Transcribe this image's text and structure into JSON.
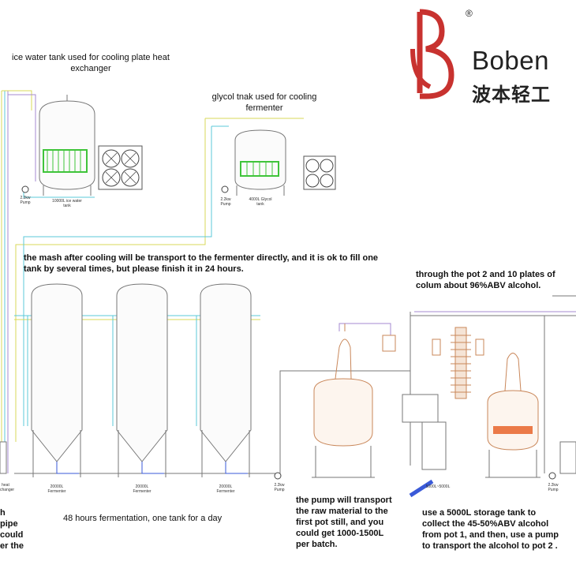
{
  "logo": {
    "name": "Boben",
    "chinese": "波本轻工",
    "registered": "®",
    "color": "#c8322f"
  },
  "labels": {
    "ice_water_tank": "ice water tank used for cooling plate heat exchanger",
    "glycol_tank": "glycol tnak used for cooling fermenter",
    "mash_note": "the mash after cooling will be transport to the fermenter directly, and it is ok to fill one tank by several times, but please finish it in 24 hours.",
    "column_note": "through the pot 2 and 10 plates of colum about 96%ABV alcohol.",
    "fermentation_note": "48 hours fermentation, one tank for a day",
    "pump_note": "the pump will transport the raw material to the first pot still, and you could get 1000-1500L per batch.",
    "storage_note": "use a 5000L storage tank to collect the 45-50%ABV alcohol from pot 1, and then, use a pump to transport the alcohol to pot 2 .",
    "left_cut_note": "h pipe could er the"
  },
  "captions": {
    "pump_ice": "2.2kw Pump",
    "ice_tank": "10000L ice water tank",
    "pump_glycol": "2.2kw Pump",
    "glycol_tank": "4000L Glycol tank",
    "heat_exchanger": "heat changer",
    "fermenter_1": "20000L Fermenter",
    "fermenter_2": "20000L Fermenter",
    "fermenter_3": "20000L Fermenter",
    "pump_ferm": "2.2kw Pump",
    "storage_tank": "5000L~5000L",
    "pump_right": "2.2kw Pump"
  },
  "colors": {
    "outline": "#777777",
    "copper": "#c9875a",
    "green_coil": "#3fc43a",
    "cyan_pipe": "#5bc8d8",
    "yellow_pipe": "#d8d85a",
    "purple_pipe": "#a48ad0",
    "blue_pipe": "#3a5ad8",
    "heater": "#e8642a"
  }
}
